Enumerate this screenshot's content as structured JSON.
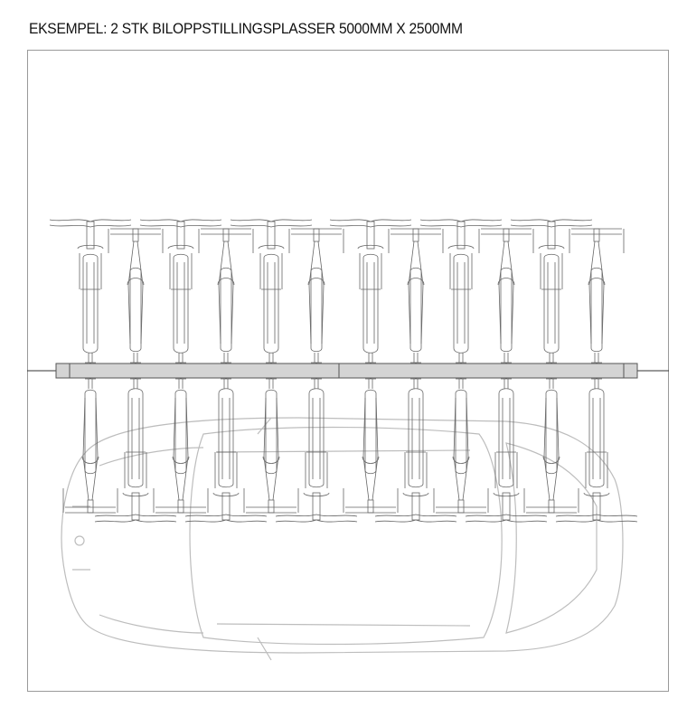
{
  "title": "EKSEMPEL: 2 STK BILOPPSTILLINGSPLASSER 5000MM X 2500MM",
  "drawing": {
    "rack_sections": 2,
    "bikes_per_side": 12,
    "colors": {
      "line": "#555555",
      "beam": "#d4d4d4",
      "car": "#bdbdbd",
      "frame": "#9a9a9a"
    }
  }
}
